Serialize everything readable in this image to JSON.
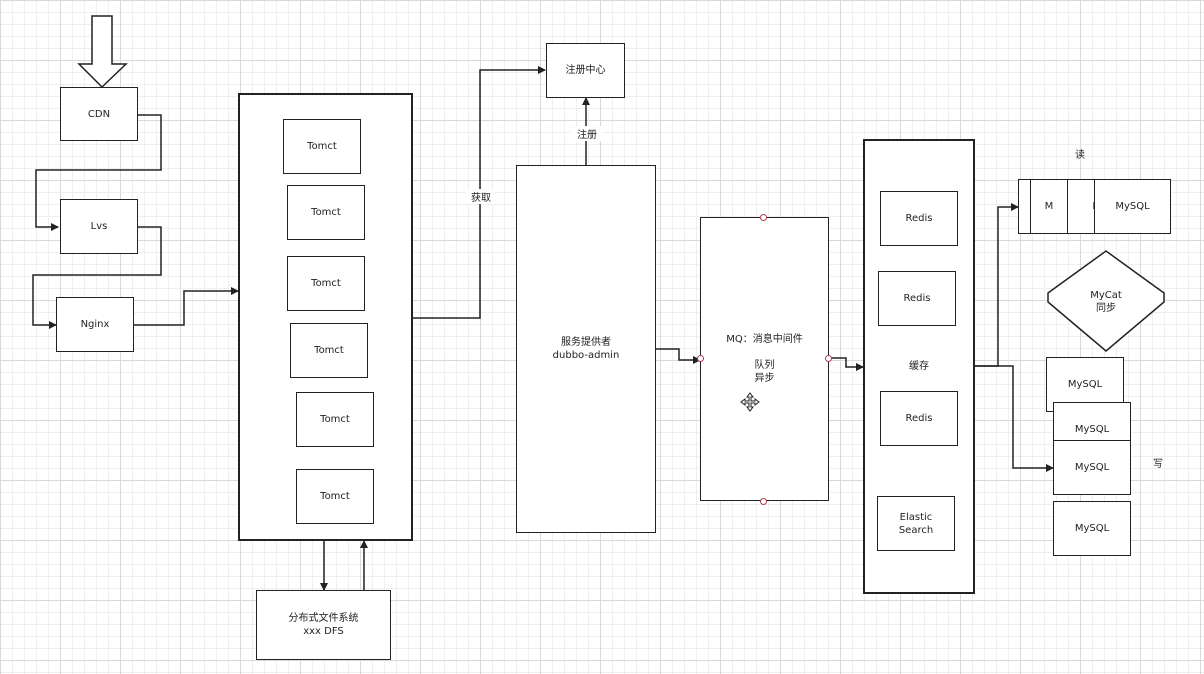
{
  "nodes": {
    "cdn": "CDN",
    "lvs": "Lvs",
    "nginx": "Nginx",
    "tomcat_1": "Tomct",
    "tomcat_2": "Tomct",
    "tomcat_3": "Tomct",
    "tomcat_4": "Tomct",
    "tomcat_5": "Tomct",
    "tomcat_6": "Tomct",
    "dfs": "分布式文件系统\nxxx DFS",
    "registry": "注册中心",
    "provider": "服务提供者\ndubbo-admin",
    "mq": "MQ：消息中间件\n\n队列\n异步",
    "redis_1": "Redis",
    "redis_2": "Redis",
    "cache": "缓存",
    "redis_3": "Redis",
    "elastic": "Elastic\nSearch",
    "mysql_read_m1": "M",
    "mysql_read_m2": "M",
    "mysql_read": "MySQL",
    "mycat": "MyCat\n同步",
    "mysql_1": "MySQL",
    "mysql_2": "MySQL",
    "mysql_3": "MySQL",
    "mysql_4": "MySQL"
  },
  "labels": {
    "get": "获取",
    "register": "注册",
    "read": "读",
    "write": "写"
  },
  "icons": {
    "move_cursor": "move-cursor-icon",
    "down_arrow": "big-down-arrow-icon"
  },
  "colors": {
    "line": "#222222",
    "grid_major": "#d9d9d9",
    "grid_minor": "#efefef",
    "connector": "#b04050"
  }
}
